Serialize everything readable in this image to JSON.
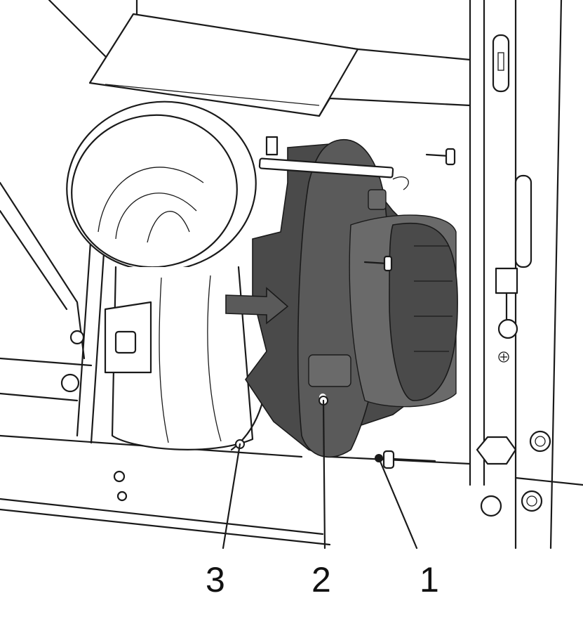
{
  "callouts": [
    {
      "id": "1",
      "label": "1"
    },
    {
      "id": "2",
      "label": "2"
    },
    {
      "id": "3",
      "label": "3"
    }
  ],
  "colors": {
    "part_fill": "#5a5a5a",
    "line": "#1a1a1a",
    "background": "#ffffff"
  },
  "icons": [
    "direction-arrow-icon",
    "plus-symbol-icon"
  ]
}
